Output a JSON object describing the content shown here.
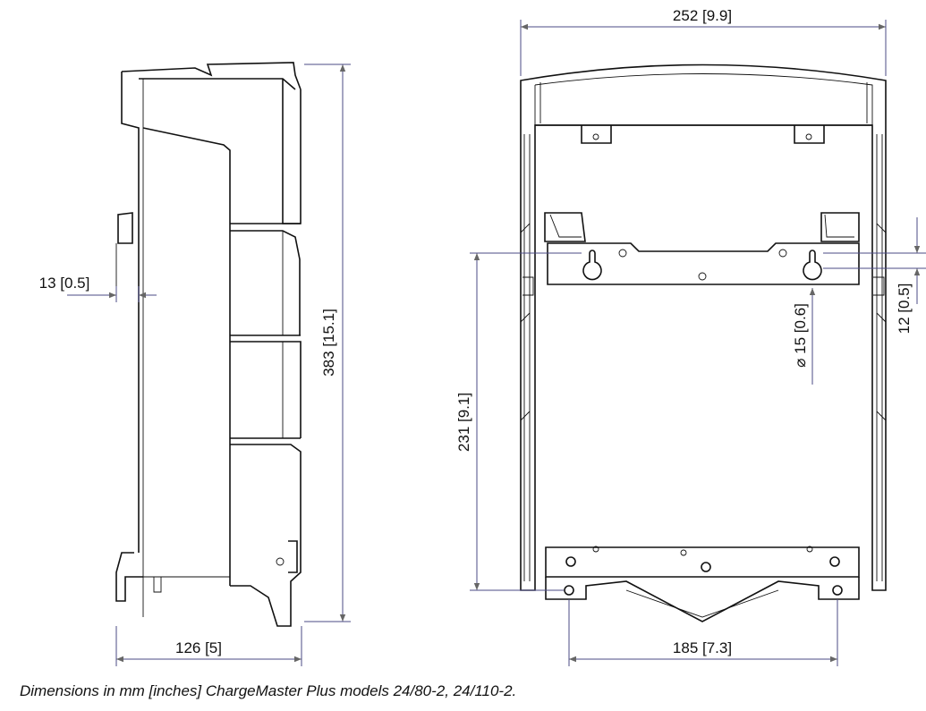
{
  "dimensions": {
    "overall_width": "252 [9.9]",
    "overall_height": "383 [15.1]",
    "wall_offset": "13 [0.5]",
    "depth": "126 [5]",
    "hole_vertical_spacing": "231 [9.1]",
    "bottom_hole_spacing": "185 [7.3]",
    "keyhole_diameter": "⌀ 15 [0.6]",
    "keyhole_offset": "12 [0.5]"
  },
  "caption": "Dimensions in mm [inches] ChargeMaster Plus models 24/80-2, 24/110-2.",
  "colors": {
    "dimension_line": "#4b4b86",
    "outline": "#111111"
  }
}
